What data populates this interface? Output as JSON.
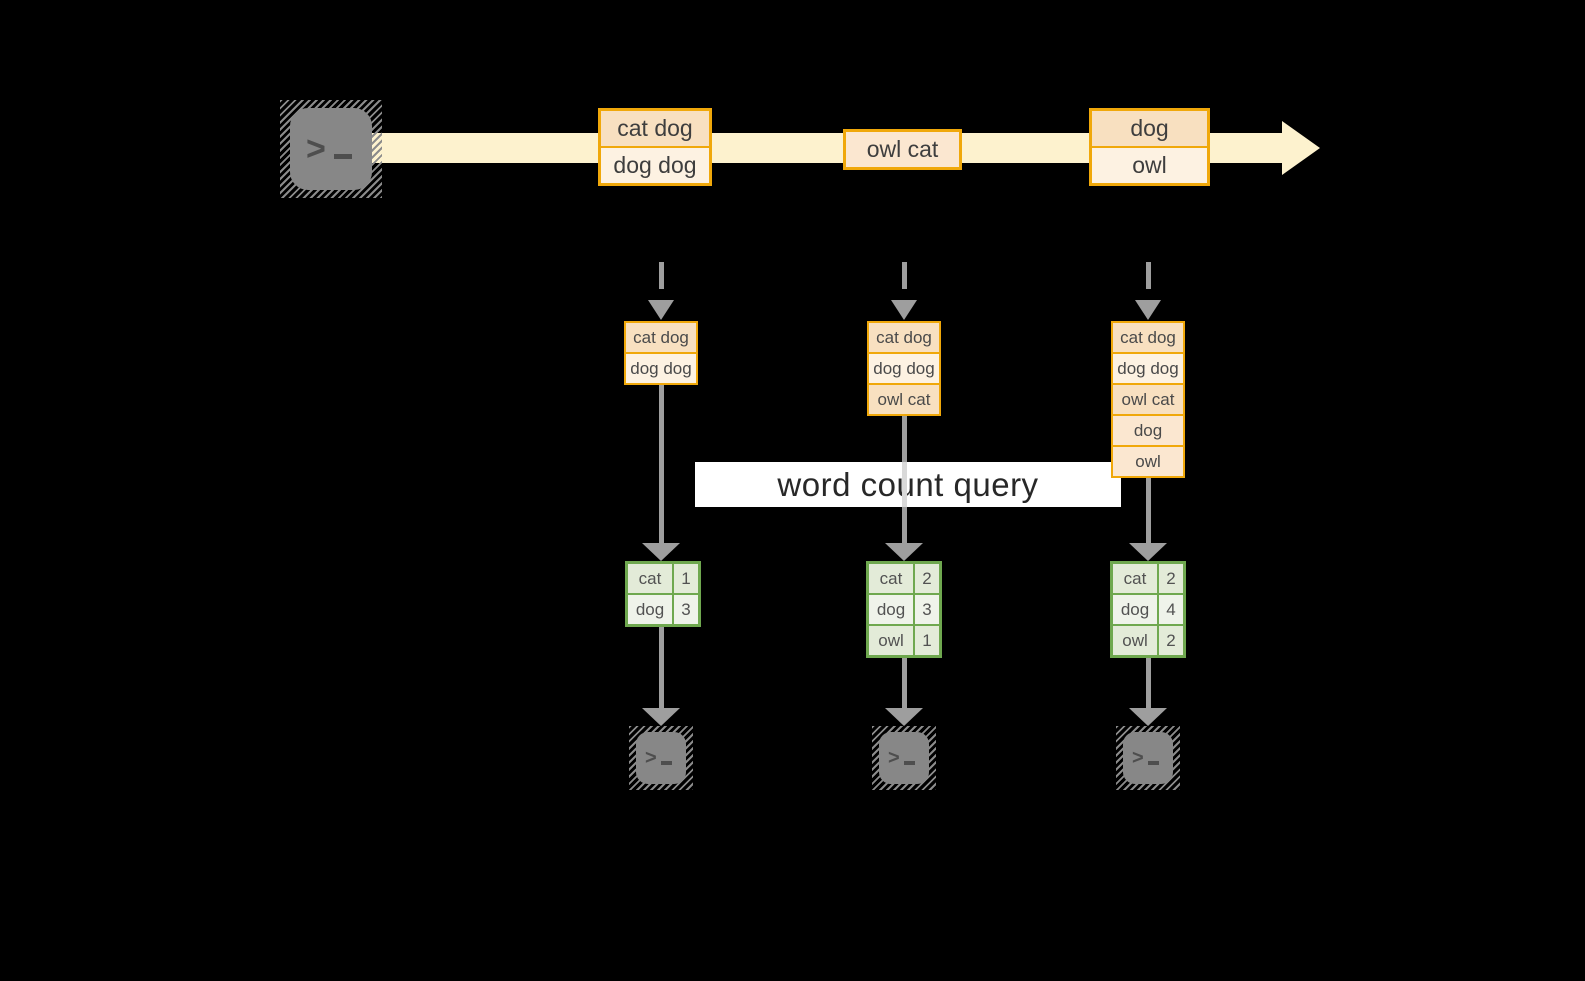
{
  "banner": {
    "label": "word count query"
  },
  "icons": {
    "terminal_prompt": ">"
  },
  "colors": {
    "background": "#000000",
    "stream_cream": "#FDF2CE",
    "record_border_gold": "#F0A80A",
    "record_fill_dark": "#F8E0C0",
    "record_fill_light": "#FDF2E2",
    "table_border_green": "#6FA84F",
    "table_fill_dark": "#E3EBD8",
    "table_fill_light": "#EFF3EA",
    "arrow_gray": "#9E9E9E",
    "banner_bg": "#FFFFFF"
  },
  "stream": {
    "boxes": [
      {
        "rows": [
          "cat dog",
          "dog dog"
        ]
      },
      {
        "rows": [
          "owl cat"
        ]
      },
      {
        "rows": [
          "dog",
          "owl"
        ]
      }
    ]
  },
  "columns": [
    {
      "buffer": [
        "cat dog",
        "dog dog"
      ],
      "counts": [
        {
          "word": "cat",
          "count": "1"
        },
        {
          "word": "dog",
          "count": "3"
        }
      ]
    },
    {
      "buffer": [
        "cat dog",
        "dog dog",
        "owl cat"
      ],
      "counts": [
        {
          "word": "cat",
          "count": "2"
        },
        {
          "word": "dog",
          "count": "3"
        },
        {
          "word": "owl",
          "count": "1"
        }
      ]
    },
    {
      "buffer": [
        "cat dog",
        "dog dog",
        "owl cat",
        "dog",
        "owl"
      ],
      "counts": [
        {
          "word": "cat",
          "count": "2"
        },
        {
          "word": "dog",
          "count": "4"
        },
        {
          "word": "owl",
          "count": "2"
        }
      ]
    }
  ]
}
